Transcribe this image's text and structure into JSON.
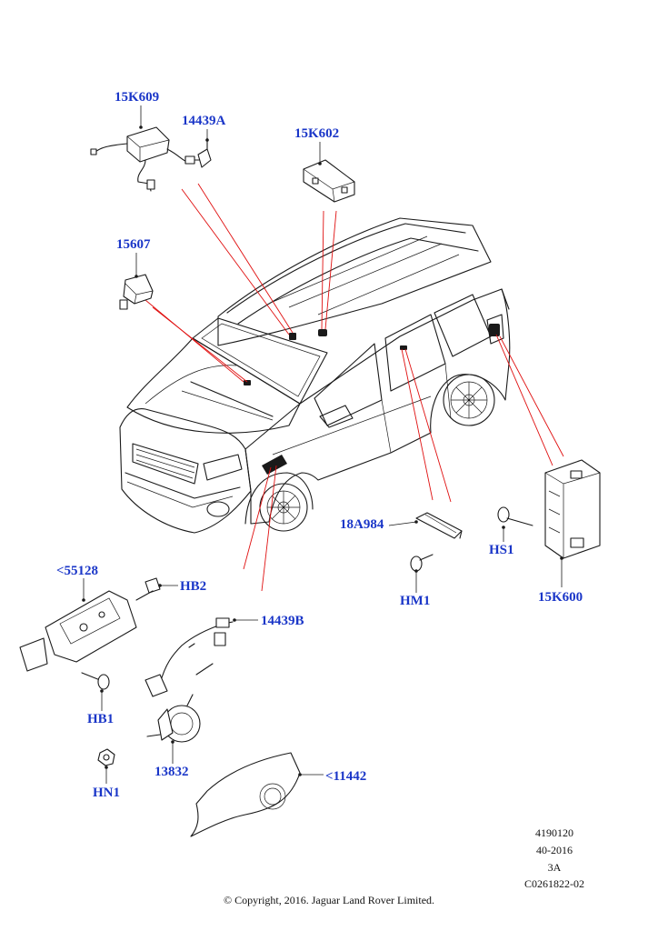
{
  "callouts": [
    {
      "id": "15K609",
      "text": "15K609"
    },
    {
      "id": "14439A",
      "text": "14439A"
    },
    {
      "id": "15K602",
      "text": "15K602"
    },
    {
      "id": "15607",
      "text": "15607"
    },
    {
      "id": "18A984",
      "text": "18A984"
    },
    {
      "id": "HS1",
      "text": "HS1"
    },
    {
      "id": "HM1",
      "text": "HM1"
    },
    {
      "id": "15K600",
      "text": "15K600"
    },
    {
      "id": "55128",
      "text": "<55128"
    },
    {
      "id": "HB2",
      "text": "HB2"
    },
    {
      "id": "14439B",
      "text": "14439B"
    },
    {
      "id": "HB1",
      "text": "HB1"
    },
    {
      "id": "13832",
      "text": "13832"
    },
    {
      "id": "HN1",
      "text": "HN1"
    },
    {
      "id": "11442",
      "text": "<11442"
    }
  ],
  "reference": {
    "line1": "4190120",
    "line2": "40-2016",
    "line3": "3A",
    "line4": "C0261822-02"
  },
  "copyright": "© Copyright, 2016. Jaguar Land Rover Limited.",
  "colors": {
    "callout": "#1a36c8",
    "leader_red": "#e01010",
    "ink": "#1a1a1a"
  }
}
